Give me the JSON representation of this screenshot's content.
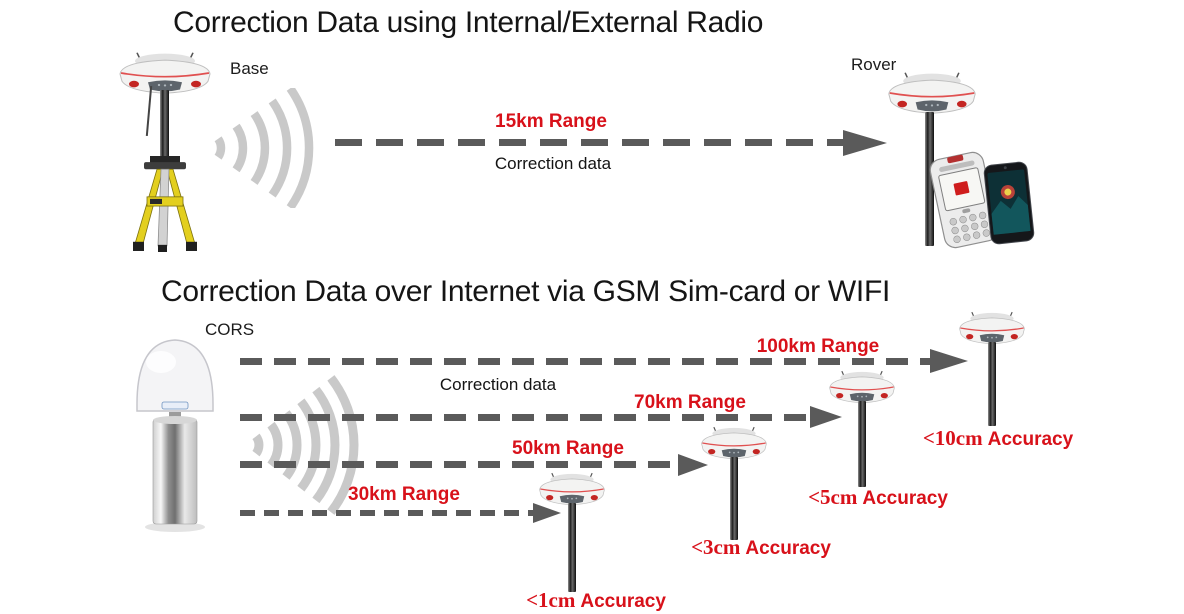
{
  "colors": {
    "red": "#d8111a",
    "arrow_gray": "#5a5a5a",
    "wave_gray": "#c9c9c9",
    "title_black": "#151515"
  },
  "radio_section": {
    "title": "Correction Data using Internal/External Radio",
    "base_label": "Base",
    "rover_label": "Rover",
    "range": "15km Range",
    "correction": "Correction data"
  },
  "internet_section": {
    "title": "Correction Data over Internet via GSM Sim-card or WIFI",
    "cors_label": "CORS",
    "correction": "Correction data",
    "links": [
      {
        "range": "100km Range",
        "accuracy_value": "<10cm",
        "accuracy_unit": "Accuracy"
      },
      {
        "range": "70km Range",
        "accuracy_value": "<5cm",
        "accuracy_unit": "Accuracy"
      },
      {
        "range": "50km Range",
        "accuracy_value": "<3cm",
        "accuracy_unit": "Accuracy"
      },
      {
        "range": "30km Range",
        "accuracy_value": "<1cm",
        "accuracy_unit": "Accuracy"
      }
    ]
  }
}
